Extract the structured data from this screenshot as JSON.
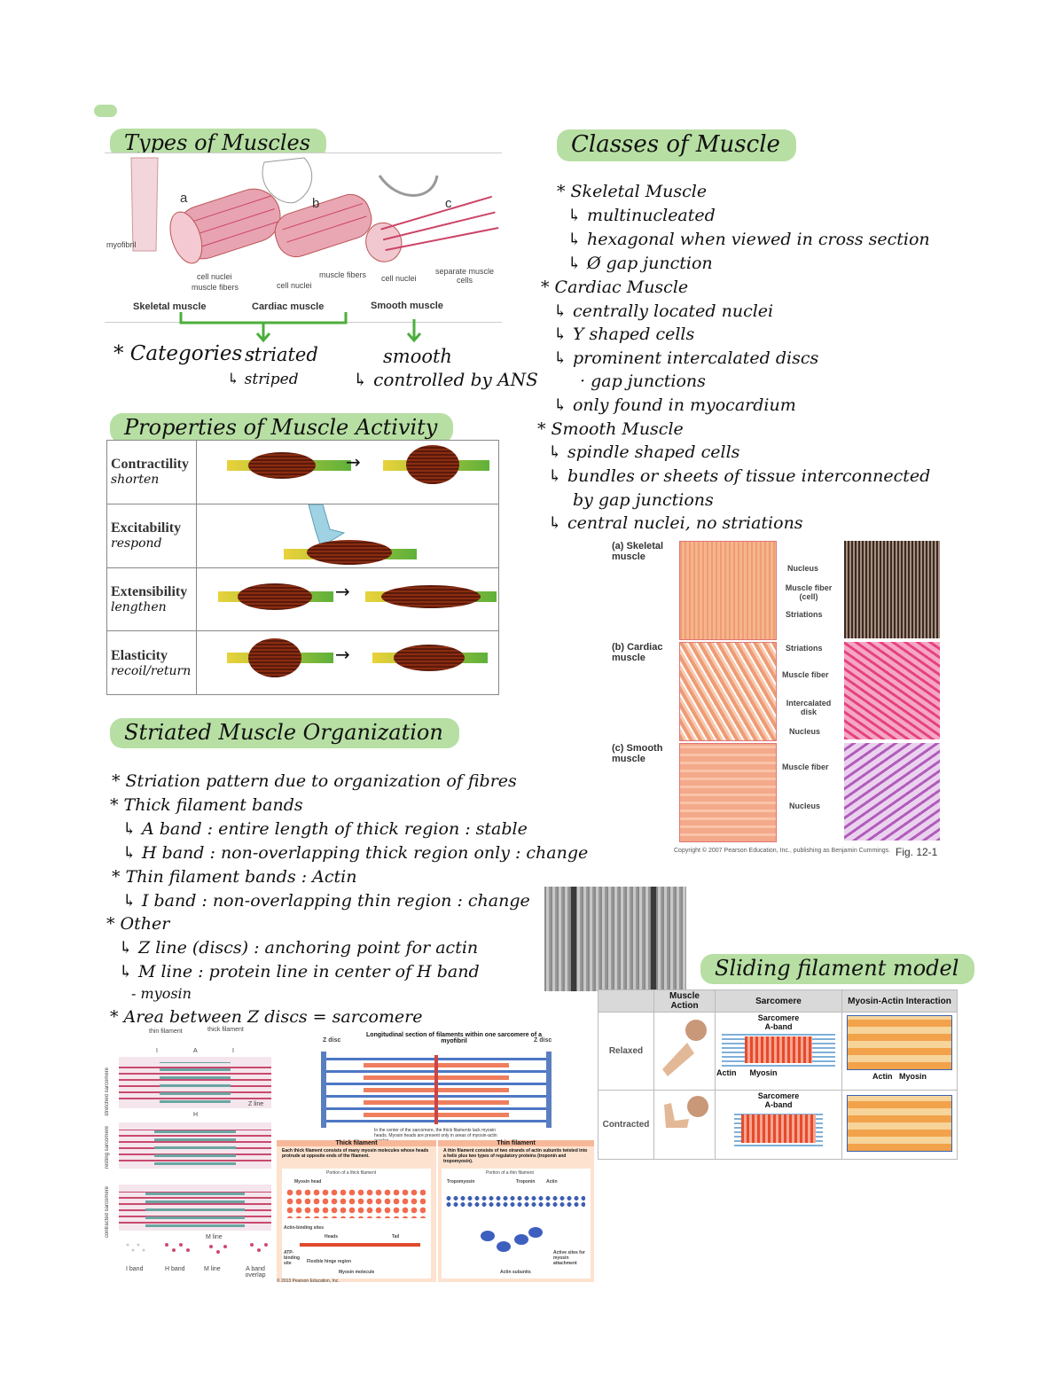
{
  "types_heading": "Types of Muscles",
  "types_figure": {
    "letters": [
      "a",
      "b",
      "c"
    ],
    "labels": [
      "myofibril",
      "cell nuclei",
      "muscle fibers",
      "cell nuclei",
      "muscle fibers",
      "cell nuclei",
      "separate muscle cells"
    ],
    "captions": [
      "Skeletal muscle",
      "Cardiac muscle",
      "Smooth muscle"
    ]
  },
  "categories": {
    "label": "* Categories :",
    "striated": "striated",
    "striped": "↳ striped",
    "smooth": "smooth",
    "controlled": "↳ controlled by ANS"
  },
  "properties_heading": "Properties of Muscle Activity",
  "properties": [
    {
      "name": "Contractility",
      "note": "shorten"
    },
    {
      "name": "Excitability",
      "note": "respond"
    },
    {
      "name": "Extensibility",
      "note": "lengthen"
    },
    {
      "name": "Elasticity",
      "note": "recoil/return"
    }
  ],
  "classes_heading": "Classes of Muscle",
  "classes_lines": [
    "* Skeletal Muscle",
    "↳ multinucleated",
    "↳ hexagonal when viewed in cross section",
    "↳ Ø gap junction",
    "* Cardiac Muscle",
    "↳ centrally located nuclei",
    "↳ Y shaped cells",
    "↳ prominent intercalated discs",
    "· gap junctions",
    "↳ only found in myocardium",
    "* Smooth Muscle",
    "↳ spindle shaped cells",
    "↳ bundles or sheets of tissue interconnected",
    "by gap junctions",
    "↳ central nuclei, no striations"
  ],
  "histo_figure": {
    "panels": [
      "(a) Skeletal muscle",
      "(b) Cardiac muscle",
      "(c) Smooth muscle"
    ],
    "labels_a": [
      "Nucleus",
      "Muscle fiber (cell)",
      "Striations"
    ],
    "labels_b": [
      "Striations",
      "Muscle fiber",
      "Intercalated disk",
      "Nucleus"
    ],
    "labels_c": [
      "Muscle fiber",
      "Nucleus"
    ],
    "copyright": "Copyright © 2007 Pearson Education, Inc., publishing as Benjamin Cummings.",
    "fig": "Fig. 12-1"
  },
  "striated_heading": "Striated Muscle Organization",
  "striated_lines": [
    "* Striation pattern due to organization of fibres",
    "* Thick filament bands",
    "↳ A band : entire length of thick region : stable",
    "↳ H band : non-overlapping thick region only : change",
    "* Thin filament bands : Actin",
    "↳ I band : non-overlapping thin region : change",
    "* Other",
    "↳ Z line (discs) : anchoring point for actin",
    "↳ M line : protein line in center of H band",
    "- myosin",
    "* Area between Z discs = sarcomere"
  ],
  "sliding_heading": "Sliding filament model",
  "sliding_table": {
    "headers": [
      "Muscle Action",
      "Sarcomere",
      "Myosin-Actin Interaction"
    ],
    "rows": [
      "Relaxed",
      "Contracted"
    ],
    "sarcomere": "Sarcomere",
    "aband": "A-band",
    "actin": "Actin",
    "myosin": "Myosin"
  },
  "sarcomere_figure": {
    "top": [
      "thin filament",
      "thick filament"
    ],
    "side": [
      "stretched sarcomere",
      "resting sarcomere",
      "contracted sarcomere"
    ],
    "letters": [
      "I",
      "A",
      "I",
      "H",
      "Z line",
      "M line"
    ],
    "bottom": [
      "I band",
      "H band",
      "M line",
      "A band overlap"
    ]
  },
  "filament_figure": {
    "title": "Longitudinal section of filaments within one sarcomere of a myofibril",
    "zdisc": "Z disc",
    "center_note": "In the center of the sarcomere, the thick filaments lack myosin heads. Myosin heads are present only in areas of myosin-actin overlap.",
    "thick_title": "Thick filament",
    "thin_title": "Thin filament",
    "thick_desc": "Each thick filament consists of many myosin molecules whose heads protrude at opposite ends of the filament.",
    "thin_desc": "A thin filament consists of two strands of actin subunits twisted into a helix plus two types of regulatory proteins (troponin and tropomyosin).",
    "thick_labels": [
      "Portion of a thick filament",
      "Myosin head",
      "Actin-binding sites",
      "Heads",
      "Tail",
      "ATP-binding site",
      "Flexible hinge region",
      "Myosin molecule"
    ],
    "thin_labels": [
      "Portion of a thin filament",
      "Tropomyosin",
      "Troponin",
      "Actin",
      "Active sites for myosin attachment",
      "Actin subunits"
    ],
    "copyright": "© 2013 Pearson Education, Inc."
  },
  "colors": {
    "highlight": "#b7dfa3",
    "arrow": "#4cae3c",
    "muscle": "#7a2510"
  }
}
